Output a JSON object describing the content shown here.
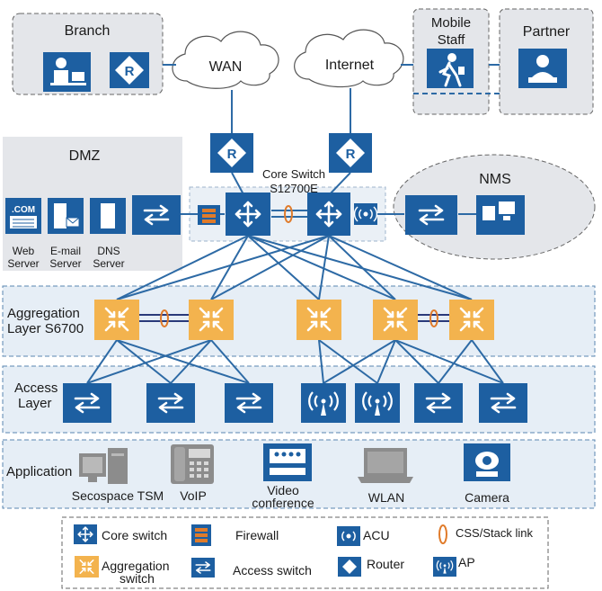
{
  "zones": {
    "branch": "Branch",
    "mobile_staff_line1": "Mobile",
    "mobile_staff_line2": "Staff",
    "partner": "Partner",
    "dmz": "DMZ",
    "nms": "NMS",
    "aggregation_line1": "Aggregation",
    "aggregation_line2": "Layer S6700",
    "access_line1": "Access",
    "access_line2": "Layer",
    "application": "Application"
  },
  "clouds": {
    "wan": "WAN",
    "internet": "Internet"
  },
  "core": {
    "line1": "Core Switch",
    "line2": "S12700E"
  },
  "dmz_servers": {
    "web_line1": "Web",
    "web_line2": "Server",
    "email_line1": "E-mail",
    "email_line2": "Server",
    "dns_line1": "DNS",
    "dns_line2": "Server",
    "com_text": ".COM"
  },
  "applications": {
    "tsm": "Secospace TSM",
    "voip": "VoIP",
    "video_line1": "Video",
    "video_line2": "conference",
    "wlan": "WLAN",
    "camera": "Camera"
  },
  "router_glyph": "R",
  "legend": {
    "core_switch": "Core switch",
    "firewall": "Firewall",
    "acu": "ACU",
    "css_stack": "CSS/Stack link",
    "aggregation_line1": "Aggregation",
    "aggregation_line2": "switch",
    "access_switch": "Access switch",
    "router": "Router",
    "ap": "AP"
  },
  "colors": {
    "device_blue": "#1d5fa1",
    "aggregation_orange": "#f3b34e",
    "zone_gray": "#e4e6ea",
    "zone_blue": "#e6eef6",
    "link_blue": "#2d6aa5",
    "stack_orange": "#e07b2a"
  }
}
